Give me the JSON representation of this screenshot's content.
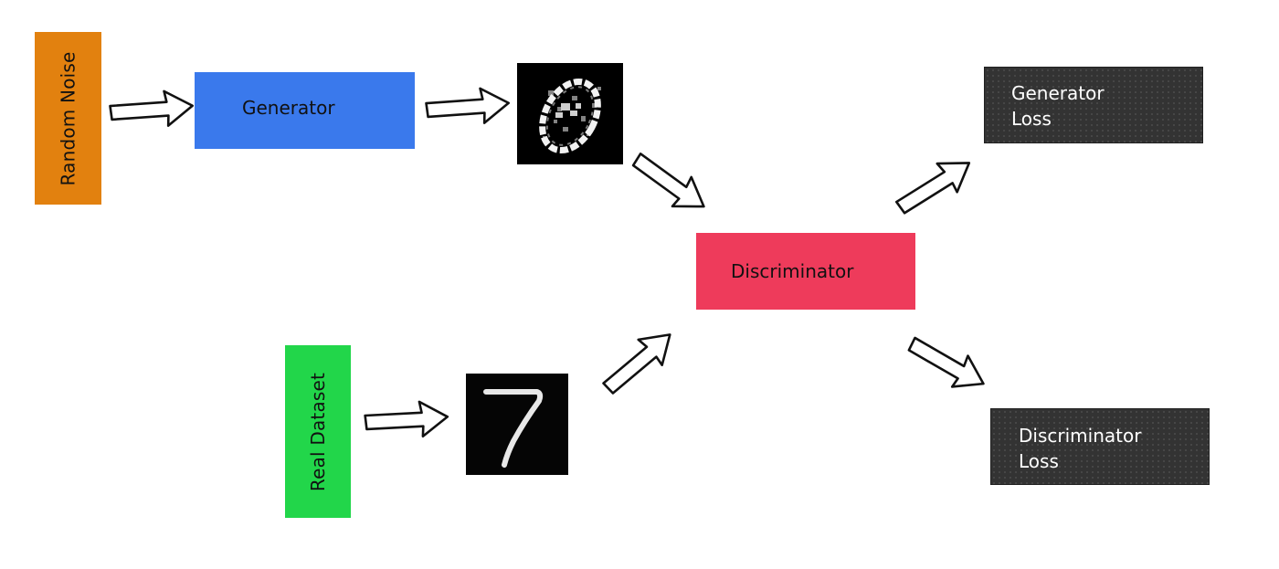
{
  "nodes": {
    "random_noise": {
      "label": "Random Noise",
      "color": "#e2810f"
    },
    "real_dataset": {
      "label": "Real Dataset",
      "color": "#22d64a"
    },
    "generator": {
      "label": "Generator",
      "color": "#3a79ec"
    },
    "discriminator": {
      "label": "Discriminator",
      "color": "#ee3b5b"
    },
    "generator_loss": {
      "line1": "Generator",
      "line2": "Loss",
      "color": "#333333"
    },
    "discriminator_loss": {
      "line1": "Discriminator",
      "line2": "Loss",
      "color": "#333333"
    }
  },
  "images": {
    "generated_sample": {
      "digit": "0",
      "style": "noisy handwritten digit on black"
    },
    "real_sample": {
      "digit": "7",
      "style": "handwritten digit on black"
    }
  },
  "edges": [
    {
      "from": "random_noise",
      "to": "generator"
    },
    {
      "from": "generator",
      "to": "generated_sample"
    },
    {
      "from": "generated_sample",
      "to": "discriminator"
    },
    {
      "from": "real_dataset",
      "to": "real_sample"
    },
    {
      "from": "real_sample",
      "to": "discriminator"
    },
    {
      "from": "discriminator",
      "to": "generator_loss"
    },
    {
      "from": "discriminator",
      "to": "discriminator_loss"
    }
  ]
}
